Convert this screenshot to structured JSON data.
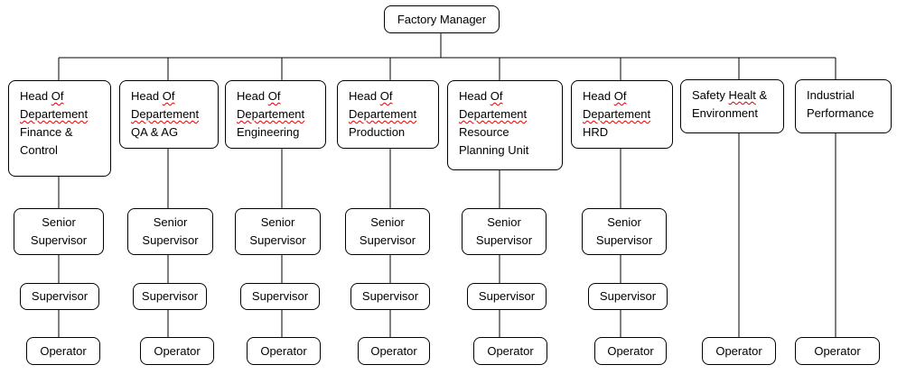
{
  "top": {
    "label": "Factory Manager"
  },
  "departments": [
    {
      "head_lines": [
        "Head Of",
        "Departement",
        "Finance &",
        "Control"
      ],
      "senior_supervisor": "Senior Supervisor",
      "supervisor": "Supervisor",
      "operator": "Operator"
    },
    {
      "head_lines": [
        "Head Of",
        "Departement",
        "QA & AG"
      ],
      "senior_supervisor": "Senior Supervisor",
      "supervisor": "Supervisor",
      "operator": "Operator"
    },
    {
      "head_lines": [
        "Head Of",
        "Departement",
        "Engineering"
      ],
      "senior_supervisor": "Senior Supervisor",
      "supervisor": "Supervisor",
      "operator": "Operator"
    },
    {
      "head_lines": [
        "Head Of",
        "Departement",
        "Production"
      ],
      "senior_supervisor": "Senior Supervisor",
      "supervisor": "Supervisor",
      "operator": "Operator"
    },
    {
      "head_lines": [
        "Head Of",
        "Departement",
        "Resource",
        "Planning Unit"
      ],
      "senior_supervisor": "Senior Supervisor",
      "supervisor": "Supervisor",
      "operator": "Operator"
    },
    {
      "head_lines": [
        "Head Of",
        "Departement",
        "HRD"
      ],
      "senior_supervisor": "Senior Supervisor",
      "supervisor": "Supervisor",
      "operator": "Operator"
    },
    {
      "head_lines": [
        "Safety Healt &",
        "Environment"
      ],
      "operator": "Operator"
    },
    {
      "head_lines": [
        "Industrial",
        "Performance"
      ],
      "operator": "Operator"
    }
  ]
}
